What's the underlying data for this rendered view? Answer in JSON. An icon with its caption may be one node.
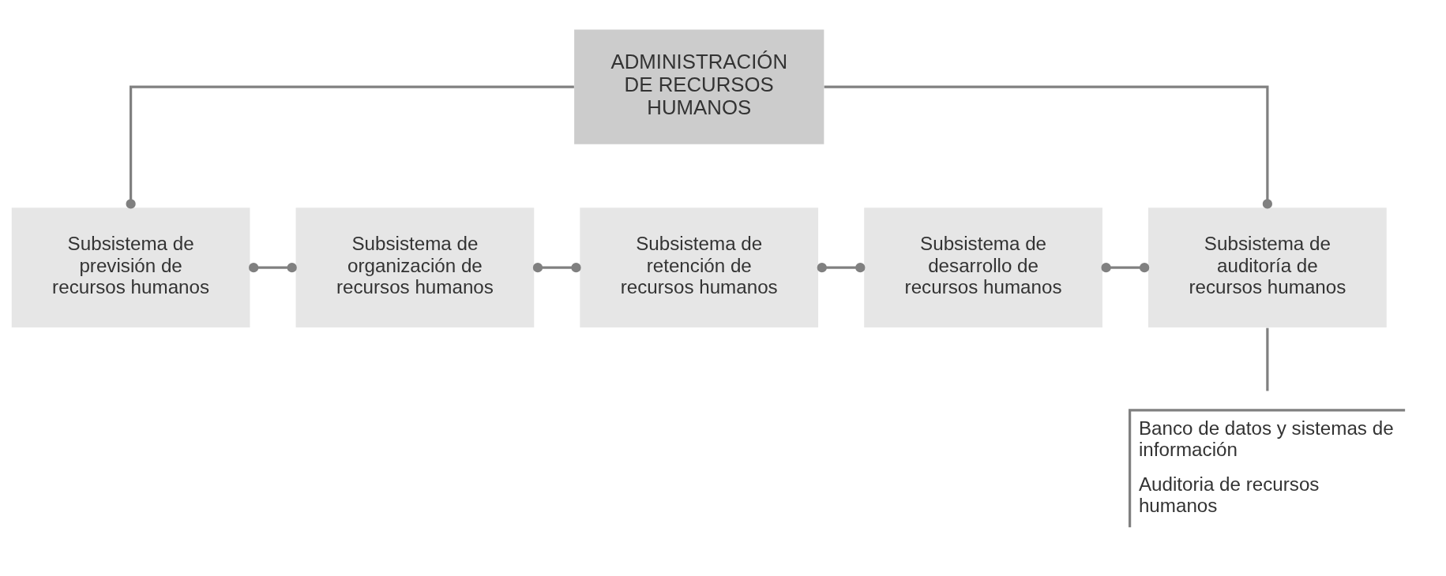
{
  "diagram": {
    "nodes": [
      {
        "text": [
          "ADMINISTRACIÓN DE RECURSOS HUMANOS"
        ]
      },
      {
        "text": [
          "Subsistema de previsión de recursos humanos"
        ]
      },
      {
        "text": [
          "Subsistema de organización de recursos humanos"
        ]
      },
      {
        "text": [
          "Subsistema de retención de recursos humanos"
        ]
      },
      {
        "text": [
          "Subsistema de desarrollo de recursos humanos"
        ]
      },
      {
        "text": [
          "Subsistema de auditoría de recursos humanos"
        ]
      },
      {
        "text": [
          "Banco de datos y sistemas de información",
          "Auditoria de recursos humanos"
        ]
      }
    ],
    "edges": [
      {
        "from": 0,
        "to": 1,
        "arrow": "other"
      },
      {
        "from": 0,
        "to": 5,
        "arrow": "other"
      },
      {
        "from": 1,
        "to": 2,
        "arrow": "other"
      },
      {
        "from": 2,
        "to": 3,
        "arrow": "other"
      },
      {
        "from": 3,
        "to": 4,
        "arrow": "other"
      },
      {
        "from": 4,
        "to": 5,
        "arrow": "other"
      },
      {
        "from": 5,
        "to": 6,
        "arrow": "none"
      }
    ]
  }
}
